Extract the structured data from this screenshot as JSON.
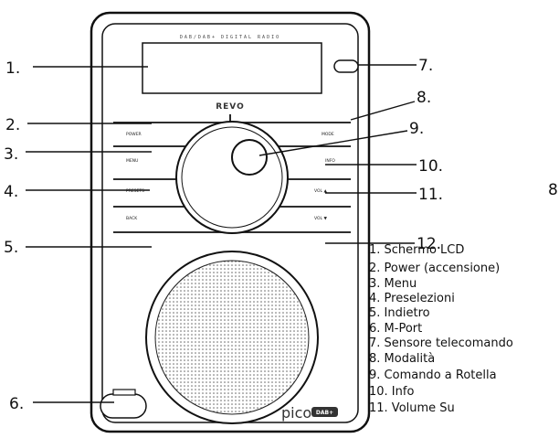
{
  "device": {
    "top_text": "DAB/DAB+ DIGITAL RADIO",
    "brand": "REVO",
    "model": "pico",
    "badge": "DAB+",
    "buttons": {
      "power": "POWER",
      "menu": "MENU",
      "presets": "PRESETS",
      "back": "BACK",
      "mode": "MODE",
      "info": "INFO",
      "vol_up": "VOL ▲",
      "vol_down": "VOL ▼"
    }
  },
  "callouts": [
    "1.",
    "2.",
    "3.",
    "4.",
    "5.",
    "6.",
    "7.",
    "8.",
    "9.",
    "10.",
    "11.",
    "12."
  ],
  "legend": [
    "1. Schermo LCD",
    "2. Power (accensione)",
    "3. Menu",
    "4. Preselezioni",
    "5. Indietro",
    "6. M-Port",
    "7. Sensore telecomando",
    "8. Modalità",
    "9. Comando a Rotella",
    "10. Info",
    "11. Volume Su"
  ],
  "stray_mark": "8"
}
